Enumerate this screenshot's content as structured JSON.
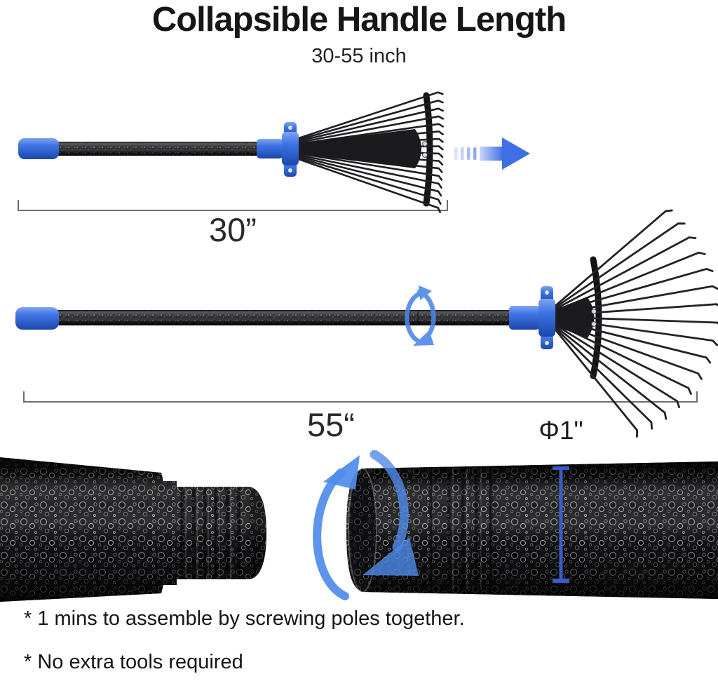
{
  "header": {
    "title": "Collapsible Handle Length",
    "subtitle": "30-55 inch"
  },
  "diagram": {
    "collapsed": {
      "length_label": "30”"
    },
    "extended": {
      "length_label": "55“"
    },
    "diameter_label": "Φ1\"",
    "icons": {
      "extend_arrow": "right-arrow-icon",
      "twist_joint": "rotate-arrow-icon",
      "screw_assembly": "screw-rotation-arrow-icon",
      "diameter_gauge": "diameter-measure-line-icon"
    },
    "colors": {
      "accent_blue": "#3e6fe6",
      "pole_dark": "#1b1b1d",
      "text": "#151515"
    }
  },
  "footnotes": {
    "assemble": "* 1 mins to assemble by screwing poles together.",
    "no_tools": "* No extra tools required"
  }
}
